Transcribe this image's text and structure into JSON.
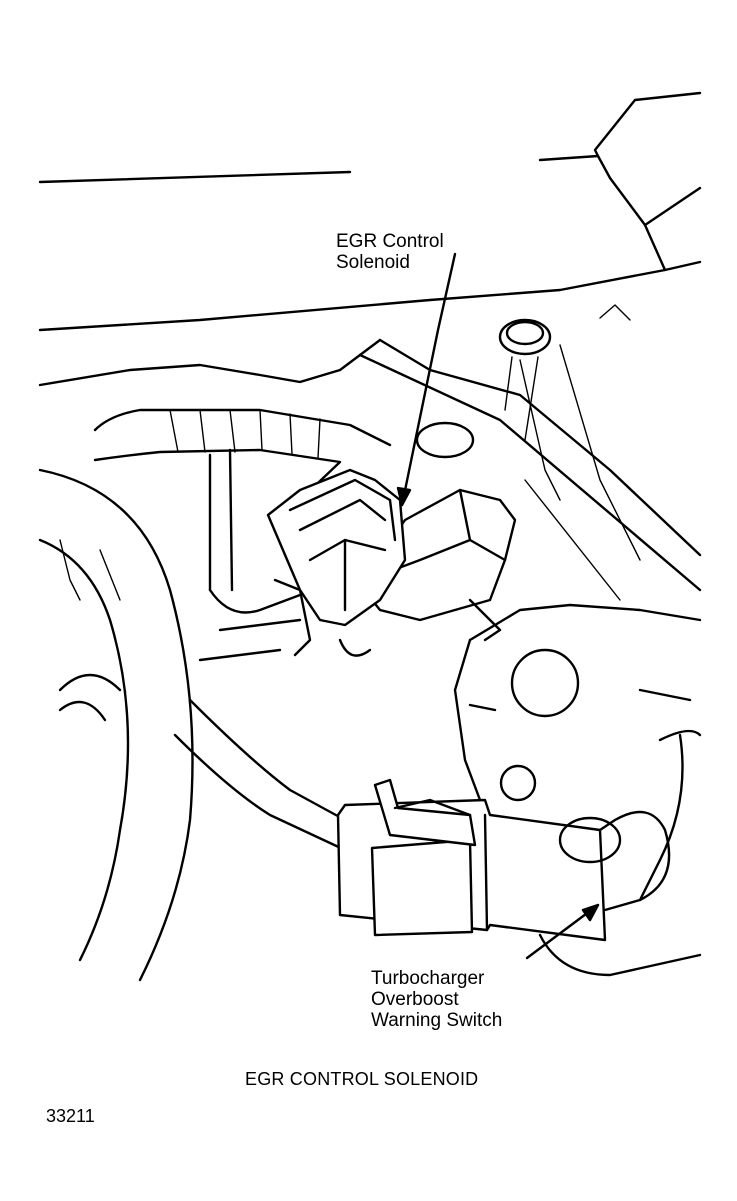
{
  "labels": {
    "egr_control_solenoid": [
      "EGR Control",
      "Solenoid"
    ],
    "turbocharger_switch": [
      "Turbocharger",
      "Overboost",
      "Warning Switch"
    ]
  },
  "caption": "EGR CONTROL SOLENOID",
  "figure_number": "33211"
}
